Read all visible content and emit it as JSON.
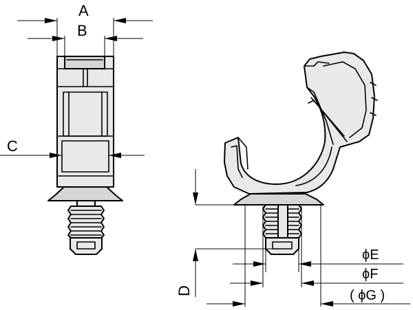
{
  "dimensions": {
    "a": "A",
    "b": "B",
    "c": "C",
    "d": "D",
    "e": "ϕE",
    "f": "ϕF",
    "g": "( ϕG )"
  },
  "colors": {
    "part_fill": "#e9e9e9",
    "part_shade": "#d6d6d6",
    "line": "#000000",
    "background": "#ffffff"
  }
}
